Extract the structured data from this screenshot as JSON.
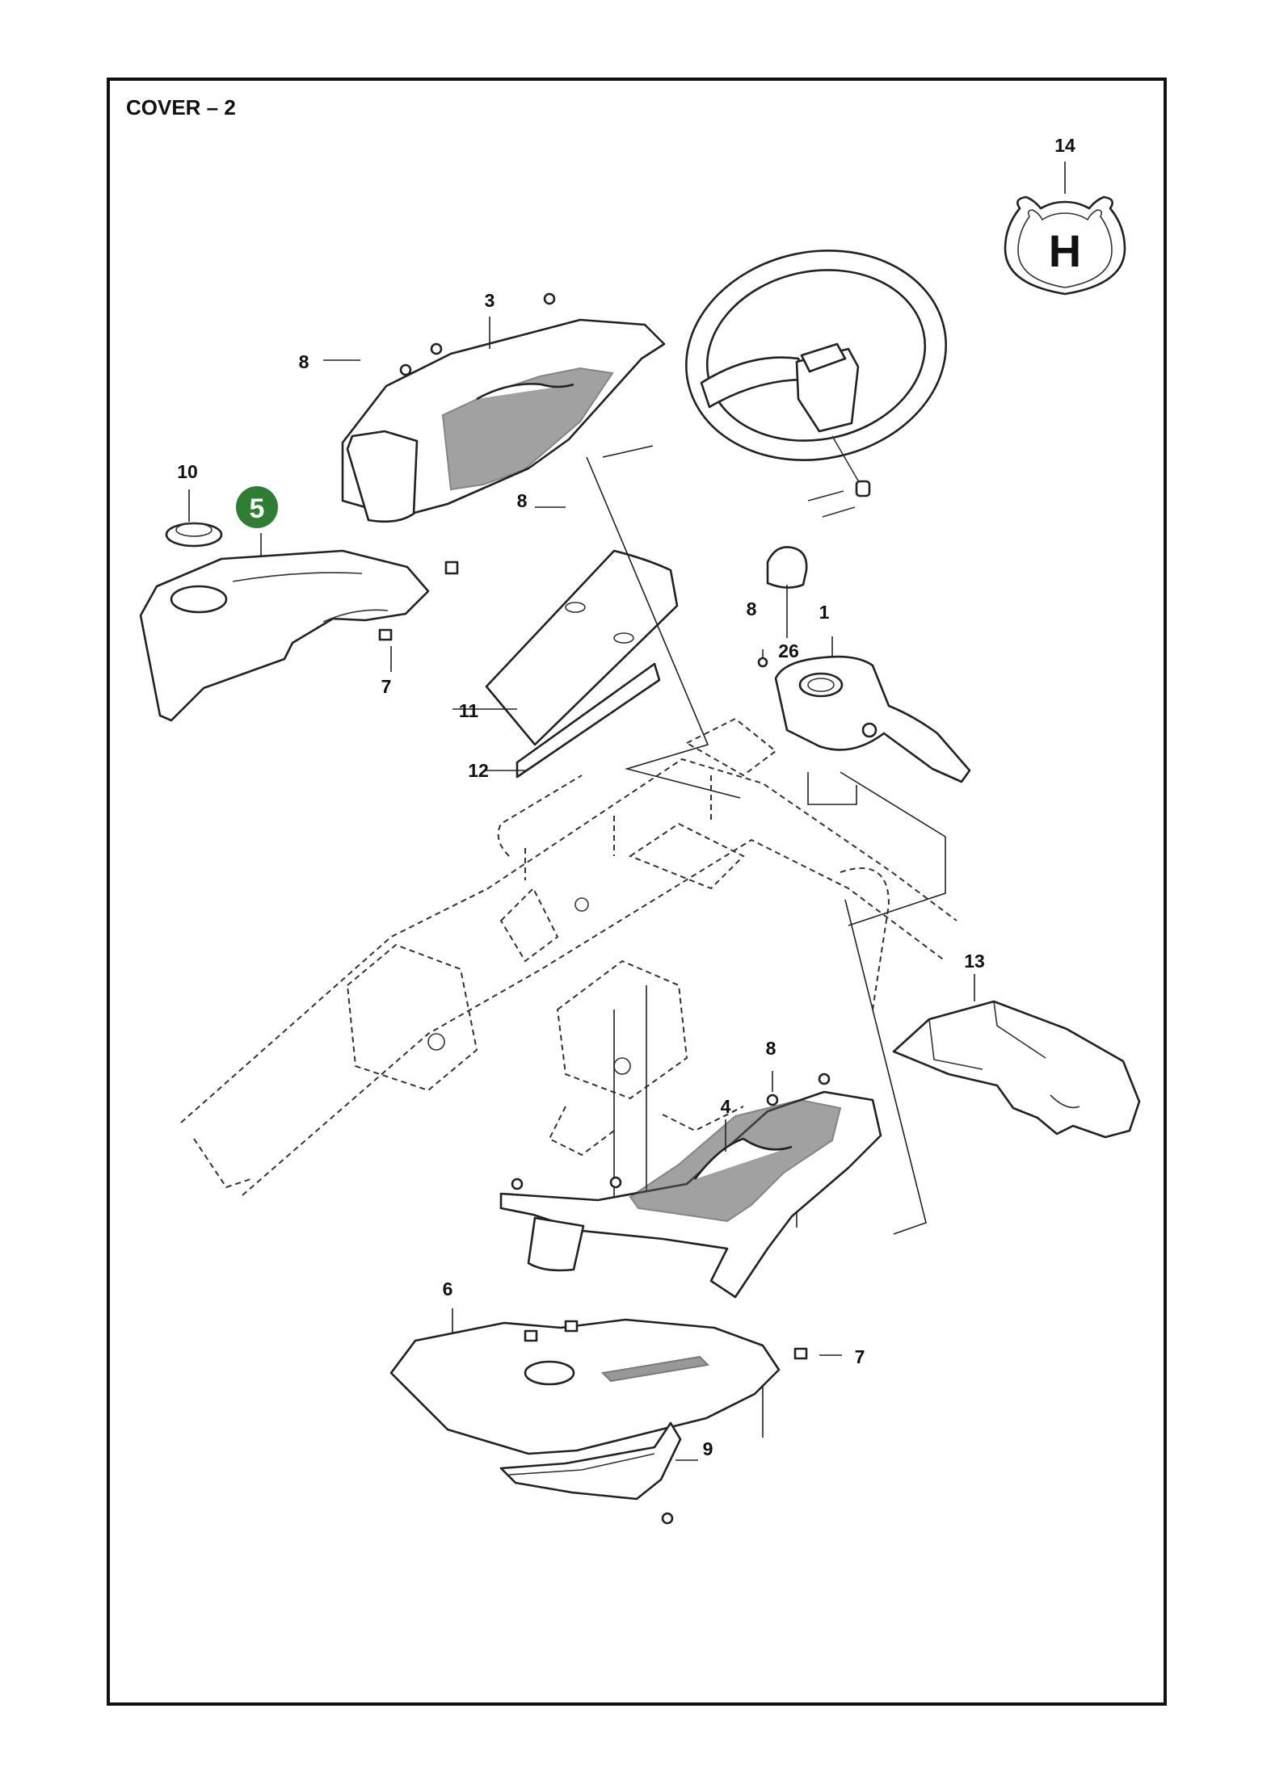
{
  "title": "COVER – 2",
  "highlight": {
    "label": "5",
    "color": "#2f7d32"
  },
  "parts": [
    {
      "id": "p14",
      "label": "14"
    },
    {
      "id": "p3",
      "label": "3"
    },
    {
      "id": "p8a",
      "label": "8"
    },
    {
      "id": "p10",
      "label": "10"
    },
    {
      "id": "p8b",
      "label": "8"
    },
    {
      "id": "p8c",
      "label": "8"
    },
    {
      "id": "p1",
      "label": "1"
    },
    {
      "id": "p26",
      "label": "26"
    },
    {
      "id": "p7a",
      "label": "7"
    },
    {
      "id": "p11",
      "label": "11"
    },
    {
      "id": "p12",
      "label": "12"
    },
    {
      "id": "p13",
      "label": "13"
    },
    {
      "id": "p8d",
      "label": "8"
    },
    {
      "id": "p4",
      "label": "4"
    },
    {
      "id": "p6",
      "label": "6"
    },
    {
      "id": "p7b",
      "label": "7"
    },
    {
      "id": "p9",
      "label": "9"
    }
  ],
  "logo": {
    "icon": "husqvarna-crown-h-icon",
    "letter": "H"
  }
}
